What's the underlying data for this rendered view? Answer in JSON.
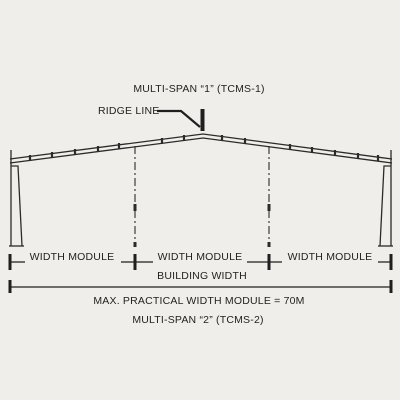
{
  "diagram": {
    "top_label": "MULTI-SPAN “1” (TCMS-1)",
    "ridge_label": "RIDGE LINE",
    "width_module_labels": [
      "WIDTH MODULE",
      "WIDTH MODULE",
      "WIDTH MODULE"
    ],
    "building_width_label": "BUILDING WIDTH",
    "max_width_text": "MAX. PRACTICAL WIDTH MODULE = 70M",
    "bottom_label": "MULTI-SPAN “2” (TCMS-2)",
    "colors": {
      "background": "#efeeea",
      "line": "#2b2b2b"
    }
  }
}
